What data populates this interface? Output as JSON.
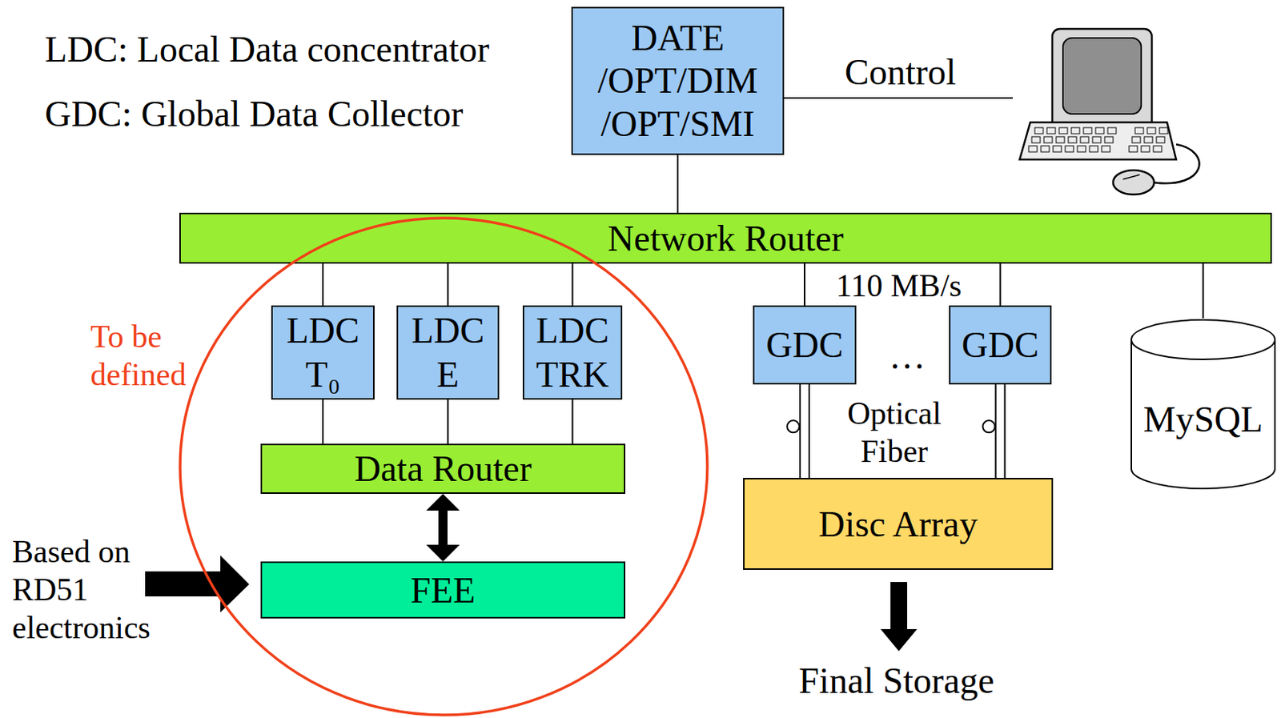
{
  "diagram": {
    "nodes": [
      {
        "text": [
          "DATE /OPT/DIM /OPT/SMI"
        ]
      },
      {
        "text": [
          "Network Router"
        ]
      },
      {
        "text": [
          "To be defined"
        ]
      },
      {
        "text": [
          "LDC T₀"
        ],
        "in": 2
      },
      {
        "text": [
          "LDC E"
        ],
        "in": 2
      },
      {
        "text": [
          "LDC TRK"
        ],
        "in": 2
      },
      {
        "text": [
          "Data Router"
        ],
        "in": 2
      },
      {
        "text": [
          "FEE"
        ],
        "in": 2
      },
      {
        "text": [
          "GDC"
        ]
      },
      {
        "text": [
          "GDC"
        ]
      },
      {
        "text": [
          "MySQL"
        ]
      },
      {
        "text": [
          "Disc Array"
        ]
      }
    ],
    "edges": [
      {
        "from": 0,
        "to": 1,
        "arrow": "none"
      },
      {
        "from": 1,
        "to": 3,
        "arrow": "none"
      },
      {
        "from": 1,
        "to": 4,
        "arrow": "none"
      },
      {
        "from": 1,
        "to": 5,
        "arrow": "none"
      },
      {
        "from": 3,
        "to": 6,
        "arrow": "none"
      },
      {
        "from": 4,
        "to": 6,
        "arrow": "none"
      },
      {
        "from": 5,
        "to": 6,
        "arrow": "none"
      },
      {
        "from": 6,
        "to": 7,
        "arrow": "both"
      },
      {
        "from": 1,
        "to": 8,
        "arrow": "none"
      },
      {
        "from": 1,
        "to": 9,
        "arrow": "none"
      },
      {
        "from": 8,
        "to": 11,
        "arrow": "none"
      },
      {
        "from": 9,
        "to": 11,
        "arrow": "none"
      },
      {
        "from": 1,
        "to": 10,
        "arrow": "none"
      }
    ],
    "labels": [
      "LDC: Local Data concentrator",
      "GDC: Global Data Collector",
      "Control",
      "110 MB/s",
      "…",
      "Optical Fiber",
      "Based on RD51 electronics",
      "Final Storage"
    ]
  }
}
